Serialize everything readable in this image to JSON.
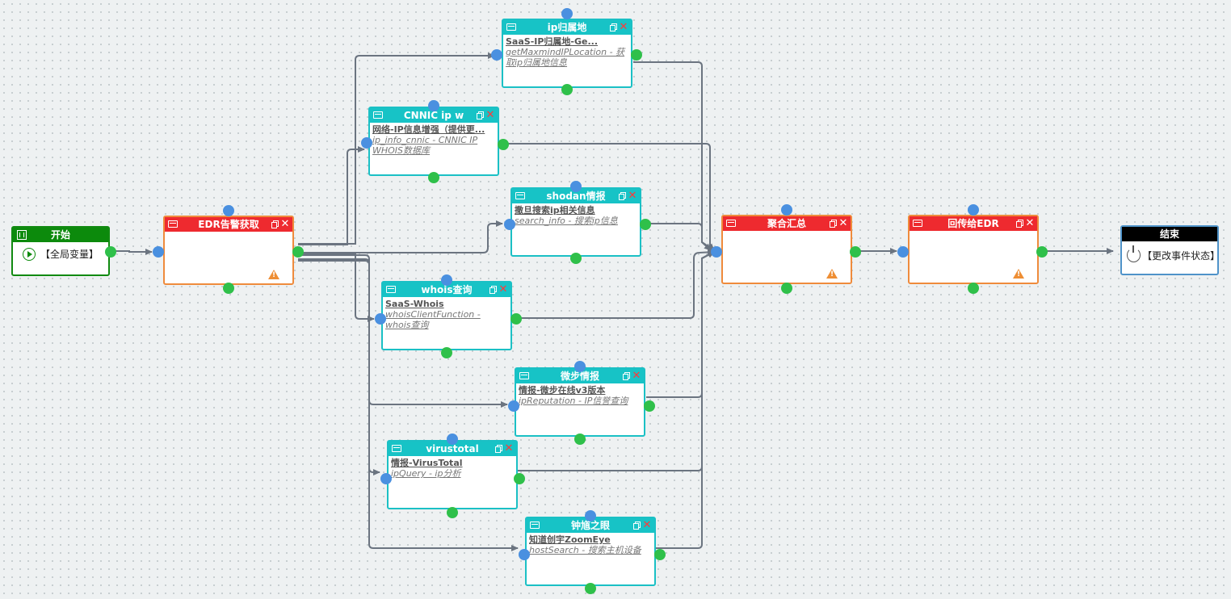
{
  "diagram": {
    "nodes": {
      "start": {
        "title": "开始",
        "label": "【全局变量】"
      },
      "edr_alert": {
        "title": "EDR告警获取"
      },
      "ip_location": {
        "title": "ip归属地",
        "line1": "SaaS-IP归属地-Ge...",
        "line2": "getMaxmindIPLocation - 获取ip归属地信息"
      },
      "cnnic": {
        "title": "CNNIC ip w",
        "line1": "网络-IP信息增强（提供更...",
        "line2": "ip_info_cnnic - CNNIC IP WHOIS数据库"
      },
      "shodan": {
        "title": "shodan情报",
        "line1": "撒旦搜索ip相关信息",
        "line2": "search_info - 搜索ip信息"
      },
      "whois": {
        "title": "whois查询",
        "line1": "SaaS-Whois",
        "line2": "whoisClientFunction - whois查询"
      },
      "weibu": {
        "title": "微步情报",
        "line1": "情报-微步在线v3版本",
        "line2": "ipReputation - IP信誉查询"
      },
      "virustotal": {
        "title": "virustotal",
        "line1": "情报-VirusTotal",
        "line2": "ipQuery - ip分析"
      },
      "zoomeye": {
        "title": "钟馗之眼",
        "line1": "知道创宇ZoomEye",
        "line2": "hostSearch - 搜索主机设备"
      },
      "aggregate": {
        "title": "聚合汇总"
      },
      "send_edr": {
        "title": "回传给EDR"
      },
      "end": {
        "title": "结束",
        "label": "【更改事件状态】"
      }
    },
    "edges": [
      [
        "start",
        "edr_alert"
      ],
      [
        "edr_alert",
        "ip_location"
      ],
      [
        "edr_alert",
        "cnnic"
      ],
      [
        "edr_alert",
        "shodan"
      ],
      [
        "edr_alert",
        "whois"
      ],
      [
        "edr_alert",
        "weibu"
      ],
      [
        "edr_alert",
        "virustotal"
      ],
      [
        "edr_alert",
        "zoomeye"
      ],
      [
        "ip_location",
        "aggregate"
      ],
      [
        "cnnic",
        "aggregate"
      ],
      [
        "shodan",
        "aggregate"
      ],
      [
        "whois",
        "aggregate"
      ],
      [
        "weibu",
        "aggregate"
      ],
      [
        "virustotal",
        "aggregate"
      ],
      [
        "zoomeye",
        "aggregate"
      ],
      [
        "aggregate",
        "send_edr"
      ],
      [
        "send_edr",
        "end"
      ]
    ],
    "colors": {
      "teal_header": "#17c3c6",
      "red_header": "#ee2a2f",
      "start_header": "#0c8a0c",
      "end_header": "#000000",
      "edge": "#6b7480",
      "in_port": "#4a90e0",
      "out_port": "#2fc04a",
      "warning": "#ee8e34"
    }
  }
}
